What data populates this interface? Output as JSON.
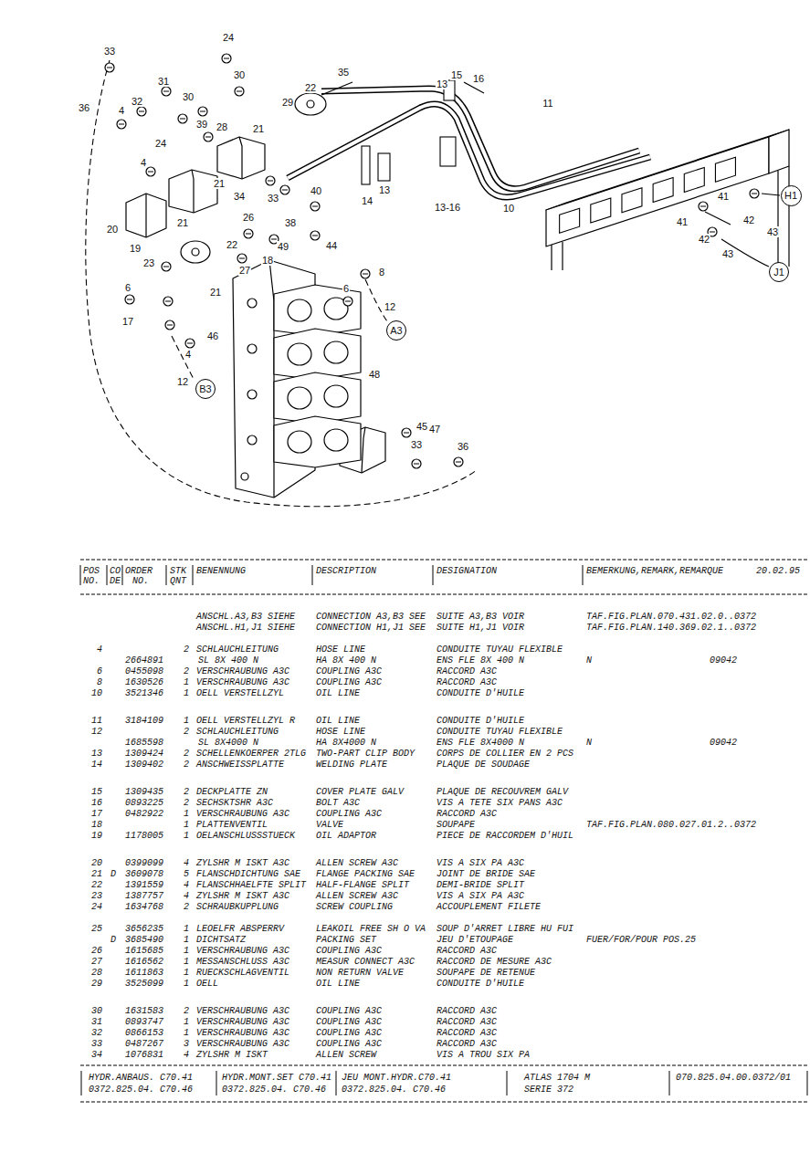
{
  "diagram": {
    "nodes": [
      {
        "text": [
          "H1"
        ]
      },
      {
        "text": [
          "J1"
        ]
      },
      {
        "text": [
          "A3"
        ]
      },
      {
        "text": [
          "B3"
        ]
      }
    ],
    "labels": [
      "33",
      "24",
      "30",
      "35",
      "15",
      "16",
      "31",
      "32",
      "30",
      "22",
      "29",
      "13",
      "11",
      "36",
      "4",
      "28",
      "39",
      "21",
      "24",
      "4",
      "21",
      "34",
      "33",
      "14",
      "13",
      "13-16",
      "10",
      "40",
      "41",
      "42",
      "43",
      "41",
      "42",
      "43",
      "20",
      "21",
      "26",
      "38",
      "19",
      "22",
      "49",
      "44",
      "18",
      "23",
      "27",
      "6",
      "21",
      "6",
      "8",
      "17",
      "12",
      "46",
      "4",
      "48",
      "12",
      "45",
      "47",
      "33",
      "36",
      "POS",
      "CO",
      "ORDER",
      "STK",
      "BENENNUNG",
      "DESCRIPTION",
      "DESIGNATION",
      "BEMERKUNG,REMARK,REMARQUE",
      "20.02.95",
      "NO.",
      "DE",
      "NO.",
      "QNT",
      "ANSCHL.A3,B3 SIEHE",
      "CONNECTION A3,B3 SEE",
      "SUITE A3,B3 VOIR",
      "TAF.FIG.PLAN.070.431.02.0..0372",
      "ANSCHL.H1,J1 SIEHE",
      "CONNECTION H1,J1 SEE",
      "SUITE H1,J1 VOIR",
      "TAF.FIG.PLAN.140.369.02.1..0372",
      "4",
      "2",
      "SCHLAUCHLEITUNG",
      "HOSE LINE",
      "CONDUITE TUYAU FLEXIBLE",
      "2664891",
      "SL 8X 400 N",
      "HA 8X 400 N",
      "ENS FLE 8X 400 N",
      "N",
      "09042",
      "6",
      "0455098",
      "2",
      "VERSCHRAUBUNG A3C",
      "COUPLING A3C",
      "RACCORD A3C",
      "8",
      "1630526",
      "1",
      "VERSCHRAUBUNG A3C",
      "COUPLING A3C",
      "RACCORD A3C",
      "10",
      "3521346",
      "1",
      "OELL VERSTELLZYL",
      "OIL LINE",
      "CONDUITE D'HUILE",
      "11",
      "3184109",
      "1",
      "OELL VERSTELLZYL R",
      "OIL LINE",
      "CONDUITE D'HUILE",
      "12",
      "2",
      "SCHLAUCHLEITUNG",
      "HOSE LINE",
      "CONDUITE TUYAU FLEXIBLE",
      "1685598",
      "SL 8X4000 N",
      "HA 8X4000 N",
      "ENS FLE 8X4000 N",
      "N",
      "09042",
      "13",
      "1309424",
      "2",
      "SCHELLENKOERPER 2TLG",
      "TWO-PART CLIP BODY",
      "CORPS DE COLLIER EN 2 PCS",
      "14",
      "1309402",
      "2",
      "ANSCHWEISSPLATTE",
      "WELDING PLATE",
      "PLAQUE DE SOUDAGE",
      "15",
      "1309435",
      "2",
      "DECKPLATTE ZN",
      "COVER PLATE GALV",
      "PLAQUE DE RECOUVREM GALV",
      "16",
      "0893225",
      "2",
      "SECHSKTSHR A3C",
      "BOLT A3C",
      "VIS A TETE SIX PANS A3C",
      "17",
      "0482922",
      "1",
      "VERSCHRAUBUNG A3C",
      "COUPLING A3C",
      "RACCORD A3C",
      "18",
      "1",
      "PLATTENVENTIL",
      "VALVE",
      "SOUPAPE",
      "TAF.FIG.PLAN.080.027.01.2..0372",
      "19",
      "1178005",
      "1",
      "OELANSCHLUSSSTUECK",
      "OIL ADAPTOR",
      "PIECE DE RACCORDEM D'HUIL",
      "20",
      "0399099",
      "4",
      "ZYLSHR M ISKT A3C",
      "ALLEN SCREW A3C",
      "VIS A SIX PA A3C",
      "21",
      "D",
      "3609078",
      "5",
      "FLANSCHDICHTUNG SAE",
      "FLANGE PACKING SAE",
      "JOINT DE BRIDE SAE",
      "22",
      "1391559",
      "4",
      "FLANSCHHAELFTE SPLIT",
      "HALF-FLANGE SPLIT",
      "DEMI-BRIDE SPLIT",
      "23",
      "1387757",
      "4",
      "ZYLSHR M ISKT A3C",
      "ALLEN SCREW A3C",
      "VIS A SIX PA A3C",
      "24",
      "1634768",
      "2",
      "SCHRAUBKUPPLUNG",
      "SCREW COUPLING",
      "ACCOUPLEMENT FILETE",
      "25",
      "3656235",
      "1",
      "LEOELFR ABSPERRV",
      "LEAKOIL FREE SH O VA",
      "SOUP D'ARRET LIBRE HU FUI",
      "D",
      "3685490",
      "1",
      "DICHTSATZ",
      "PACKING SET",
      "JEU D'ETOUPAGE",
      "FUER/FOR/POUR POS.25",
      "26",
      "1615685",
      "1",
      "VERSCHRAUBUNG A3C",
      "COUPLING A3C",
      "RACCORD A3C",
      "27",
      "1616562",
      "1",
      "MESSANSCHLUSS A3C",
      "MEASUR CONNECT A3C",
      "RACCORD DE MESURE A3C",
      "28",
      "1611863",
      "1",
      "RUECKSCHLAGVENTIL",
      "NON RETURN VALVE",
      "SOUPAPE DE RETENUE",
      "29",
      "3525099",
      "1",
      "OELL",
      "OIL LINE",
      "CONDUITE D'HUILE",
      "30",
      "1631583",
      "2",
      "VERSCHRAUBUNG A3C",
      "COUPLING A3C",
      "RACCORD A3C",
      "31",
      "0893747",
      "1",
      "VERSCHRAUBUNG A3C",
      "COUPLING A3C",
      "RACCORD A3C",
      "32",
      "0866153",
      "1",
      "VERSCHRAUBUNG A3C",
      "COUPLING A3C",
      "RACCORD A3C",
      "33",
      "0487267",
      "3",
      "VERSCHRAUBUNG A3C",
      "COUPLING A3C",
      "RACCORD A3C",
      "34",
      "1076831",
      "4",
      "ZYLSHR M ISKT",
      "ALLEN SCREW",
      "VIS A TROU SIX PA",
      "HYDR.ANBAUS. C70.41",
      "HYDR.MONT.SET C70.41",
      "JEU MONT.HYDR.C70.41",
      "ATLAS 1704 M",
      "070.825.04.00.0372/01",
      "0372.825.04. C70.46",
      "0372.825.04. C70.46",
      "0372.825.04. C70.46",
      "SERIE 372"
    ]
  }
}
